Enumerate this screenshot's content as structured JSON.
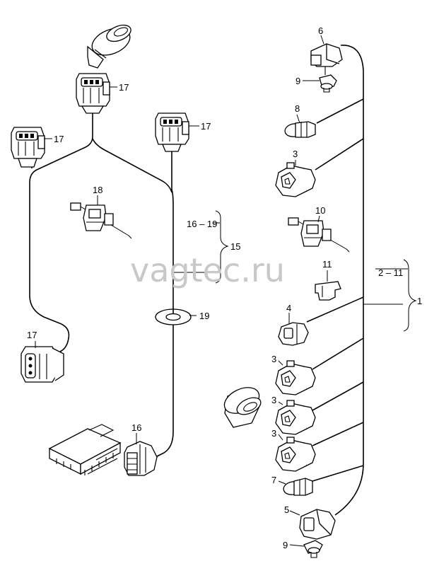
{
  "watermark": "vagtec.ru",
  "labels": {
    "conn_17_top": "17",
    "conn_17_left": "17",
    "conn_17_mid": "17",
    "conn_17_lower": "17",
    "clip_18": "18",
    "range_16_19": "16 – 19",
    "harness_15": "15",
    "grommet_19": "19",
    "conn_16": "16",
    "part_6": "6",
    "part_9_top": "9",
    "part_8": "8",
    "part_3_a": "3",
    "clip_10": "10",
    "part_11": "11",
    "range_2_11": "2 – 11",
    "harness_1": "1",
    "part_4": "4",
    "part_3_b": "3",
    "part_3_c": "3",
    "part_3_d": "3",
    "part_7": "7",
    "part_5": "5",
    "part_9_bottom": "9"
  }
}
